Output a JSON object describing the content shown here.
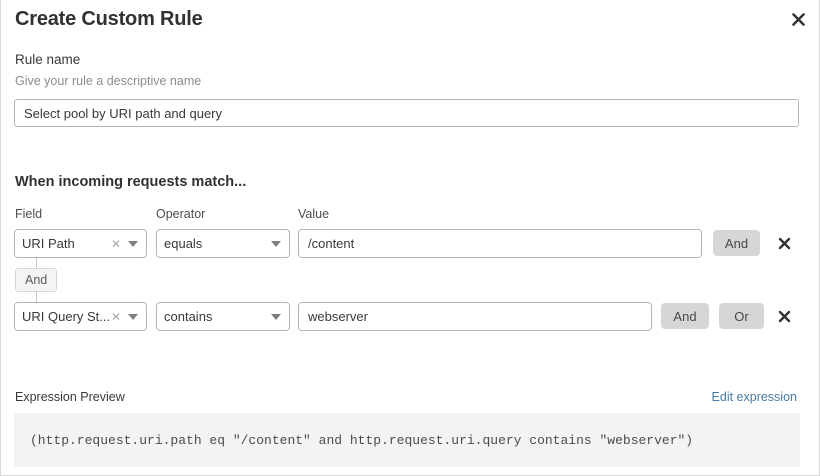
{
  "dialog": {
    "title": "Create Custom Rule",
    "close_icon": "close-icon"
  },
  "rule_name": {
    "label": "Rule name",
    "help": "Give your rule a descriptive name",
    "value": "Select pool by URI path and query",
    "placeholder": ""
  },
  "match_section": {
    "heading": "When incoming requests match...",
    "columns": {
      "field": "Field",
      "operator": "Operator",
      "value": "Value"
    },
    "connector": {
      "label": "And"
    },
    "rows": [
      {
        "field": "URI Path",
        "field_clear_icon": "close-small-icon",
        "field_caret_icon": "chevron-down-icon",
        "operator": "equals",
        "operator_caret_icon": "chevron-down-icon",
        "value": "/content",
        "and_label": "And",
        "or_label": "",
        "delete_icon": "close-icon"
      },
      {
        "field": "URI Query St...",
        "field_clear_icon": "close-small-icon",
        "field_caret_icon": "chevron-down-icon",
        "operator": "contains",
        "operator_caret_icon": "chevron-down-icon",
        "value": "webserver",
        "and_label": "And",
        "or_label": "Or",
        "delete_icon": "close-icon"
      }
    ]
  },
  "expression_preview": {
    "label": "Expression Preview",
    "edit_link": "Edit expression",
    "expression": "(http.request.uri.path eq \"/content\" and http.request.uri.query contains \"webserver\")"
  },
  "colors": {
    "link": "#4b7ba8",
    "pill_bg": "#d6d6d6",
    "code_bg": "#f3f3f3",
    "border": "#b4b7ba",
    "text": "#36393a",
    "muted": "#8a8d8f"
  }
}
